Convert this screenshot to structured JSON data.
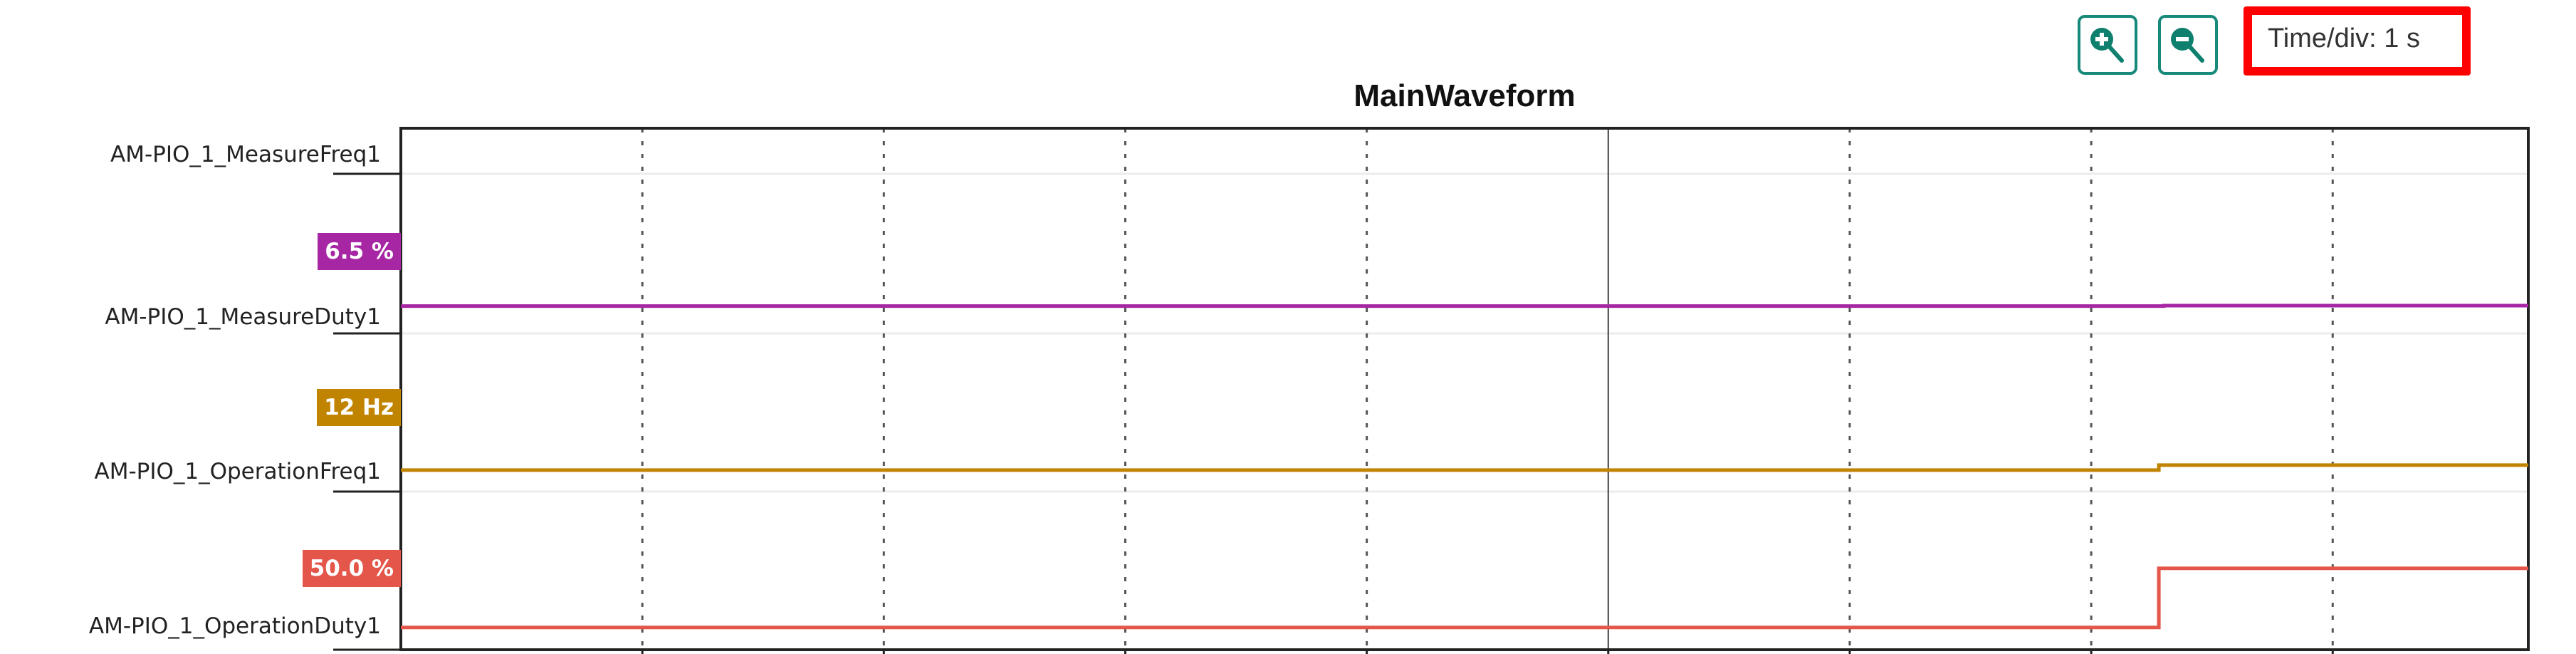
{
  "toolbar": {
    "zoom_in_icon": "zoom-in-icon",
    "zoom_out_icon": "zoom-out-icon",
    "time_div_label": "Time/div: 1 s",
    "accent_color": "#16897a",
    "highlight_color": "#ff0000"
  },
  "chart_data": {
    "type": "line",
    "title": "MainWaveform",
    "xlabel": "",
    "x_unit": "s",
    "time_per_div": 1,
    "xlim": [
      0,
      8.81
    ],
    "grid": true,
    "center_gridline": 5,
    "lanes": [
      {
        "name": "AM-PIO_1_MeasureFreq1",
        "badge": null,
        "color": null,
        "ylim": [
          0,
          100
        ],
        "points": []
      },
      {
        "name": "AM-PIO_1_MeasureDuty1",
        "badge": "6.5 %",
        "color": "#a626a4",
        "ylim": [
          0,
          36.8
        ],
        "points": [
          [
            0,
            6.4
          ],
          [
            7.3,
            6.4
          ],
          [
            7.3,
            6.5
          ],
          [
            8.81,
            6.5
          ]
        ]
      },
      {
        "name": "AM-PIO_1_OperationFreq1",
        "badge": "12 Hz",
        "color": "#c18401",
        "ylim": [
          6.7,
          38.3
        ],
        "points": [
          [
            0,
            11
          ],
          [
            7.28,
            11
          ],
          [
            7.28,
            12
          ],
          [
            8.81,
            12
          ]
        ]
      },
      {
        "name": "AM-PIO_1_OperationDuty1",
        "badge": "50.0 %",
        "color": "#e45649",
        "ylim": [
          -12,
          108
        ],
        "points": [
          [
            0,
            5
          ],
          [
            7.28,
            5
          ],
          [
            7.28,
            50
          ],
          [
            8.81,
            50
          ]
        ]
      }
    ]
  }
}
